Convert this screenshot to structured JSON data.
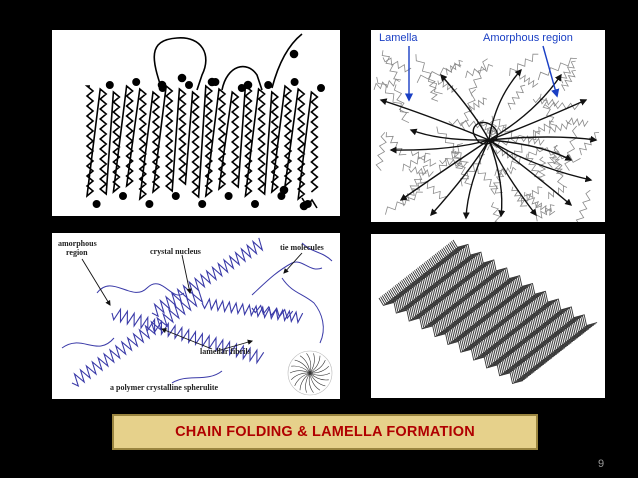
{
  "panels": {
    "lamella_region": {
      "lamella_label": "Lamella",
      "amorphous_label": "Amorphous region"
    },
    "spherulite": {
      "amorphous_label_line1": "amorphous",
      "amorphous_label_line2": "region",
      "crystal_nucleus_label": "crystal nucleus",
      "tie_molecules_label": "tie molecules",
      "lamellar_fibrils_label": "lamellar fibrils",
      "caption_label": "a polymer crystalline spherulite"
    }
  },
  "caption": {
    "title": "CHAIN FOLDING & LAMELLA FORMATION"
  },
  "page_number": "9",
  "colors": {
    "background": "#000000",
    "caption_fill": "#e6d18b",
    "caption_text": "#b00000",
    "label_blue": "#1a3fc4",
    "diagram_blue": "#3a3aa8"
  }
}
